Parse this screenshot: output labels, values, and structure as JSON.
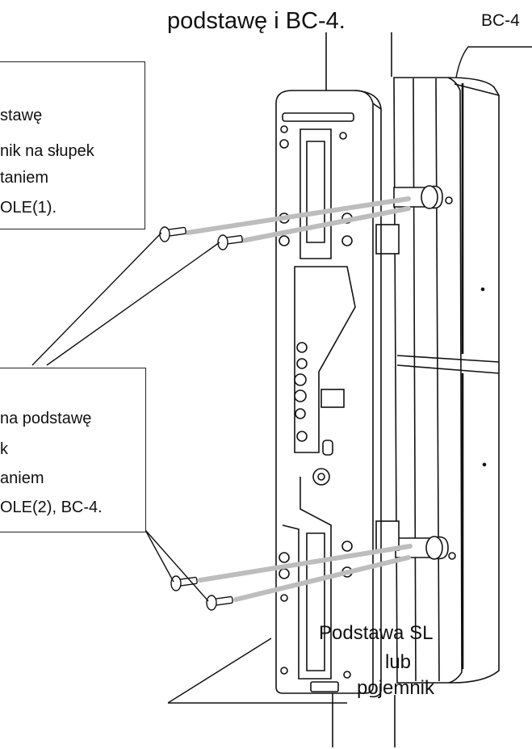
{
  "diagram": {
    "title": "podstawę i BC-4.",
    "part_label_bc4": "BC-4",
    "callout_1": {
      "lines": [
        "stawę",
        "nik na słupek",
        "taniem",
        "OLE(1)."
      ]
    },
    "callout_2": {
      "lines": [
        "na podstawę",
        "k",
        "aniem",
        "OLE(2), BC-4."
      ]
    },
    "base_label": {
      "lines": [
        "Podstawa SL",
        "lub",
        "pojemnik"
      ]
    },
    "colors": {
      "line": "#111111",
      "arrow": "#bdbdbd",
      "fill": "#ffffff"
    }
  }
}
